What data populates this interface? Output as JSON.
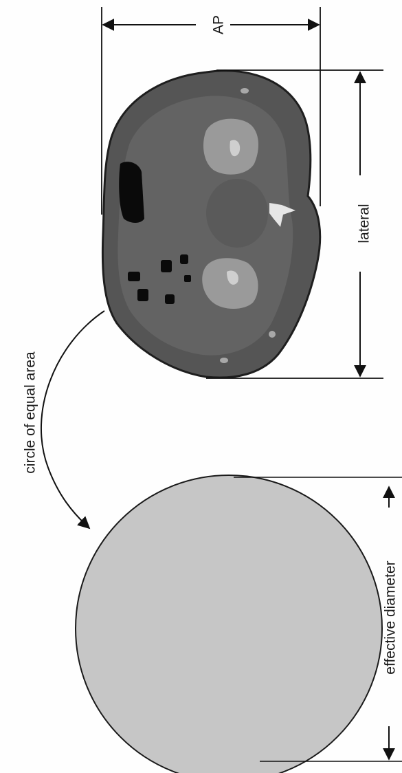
{
  "figure": {
    "labels": {
      "ap": "AP",
      "lateral": "lateral",
      "circle_of_equal_area": "circle of equal area",
      "effective_diameter": "effective diameter"
    },
    "colors": {
      "body_outline": "#1e1e1e",
      "body_fill": "#575757",
      "organ_fill": "#6e6e6e",
      "kidney_fill": "#9a9a9a",
      "gas_pockets": "#0a0a0a",
      "bone": "#e6e6e6",
      "equal_area_circle": "#c6c6c6",
      "line": "#111111"
    },
    "icons": [
      "ct-axial-slice",
      "equal-area-circle",
      "curved-arrow"
    ]
  }
}
